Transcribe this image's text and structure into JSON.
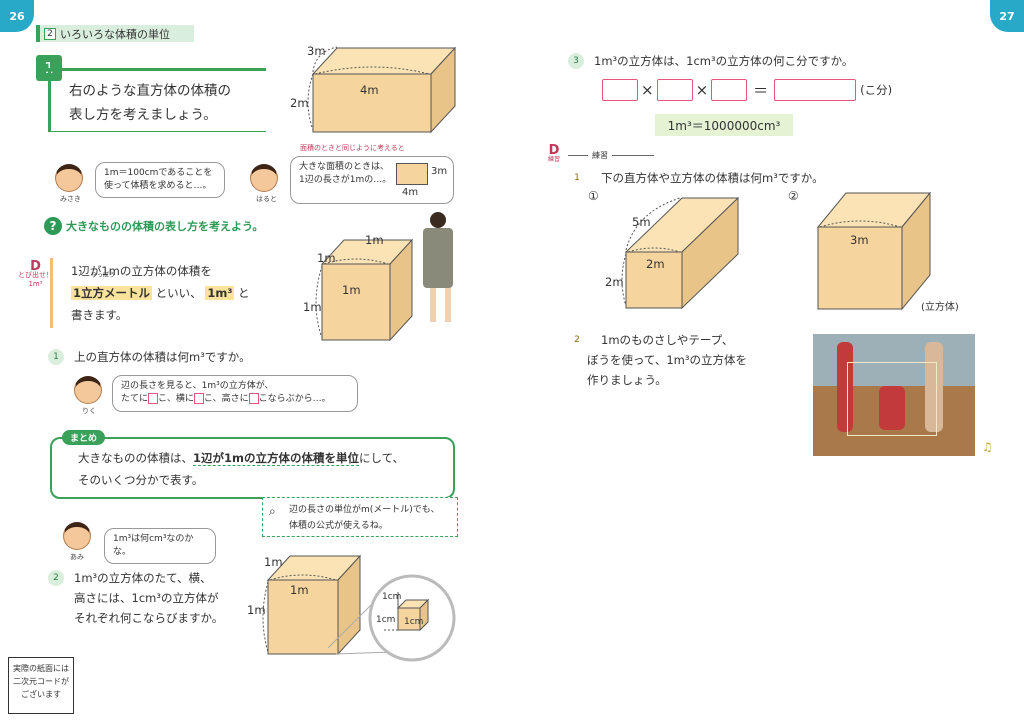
{
  "page_numbers": {
    "left": "26",
    "right": "27"
  },
  "section": {
    "num": "2",
    "title": "いろいろな体積の単位"
  },
  "problem1": {
    "num": "1",
    "text_line1": "右のような直方体の体積の",
    "text_line2": "表し方を考えましょう。"
  },
  "box_top": {
    "label_depth": "3m",
    "label_height": "2m",
    "label_width": "4m"
  },
  "misaki": {
    "name": "みさき",
    "text1": "1m＝100cmであることを",
    "text2": "使って体積を求めると…。"
  },
  "haruto": {
    "name": "はると",
    "note": "面積のときと同じように考えると",
    "text1": "大きな面積のときは、",
    "text2": "1辺の長さが1mの…。",
    "label_h": "3m",
    "label_w": "4m"
  },
  "hint": {
    "text": "大きなものの体積の表し方を考えよう。"
  },
  "cube_student": {
    "label_top": "1m",
    "label_left_top": "1m",
    "label_front": "1m",
    "label_left": "1m"
  },
  "dmark": {
    "line1": "とび出せ！",
    "line2": "1m³"
  },
  "definition": {
    "line1": "1辺が1mの立方体の体積を",
    "ruby": "りっぽう",
    "term": "1立方メートル",
    "mid": "といい、",
    "unit": "1m³",
    "end": "と",
    "line3": "書きます。"
  },
  "q1": {
    "num": "1",
    "text": "上の直方体の体積は何m³ですか。"
  },
  "riku": {
    "name": "りく",
    "text1": "辺の長さを見ると、1m³の立方体が、",
    "text2a": "たてに",
    "text2b": "こ、横に",
    "text2c": "こ、高さに",
    "text2d": "こならぶから…。"
  },
  "matome": {
    "tag": "まとめ",
    "line1a": "大きなものの体積は、",
    "line1b": "1辺が1mの立方体の体積を単位",
    "line1c": "にして、",
    "line2": "そのいくつ分かで表す。"
  },
  "dash_note": {
    "line1": "辺の長さの単位がm(メートル)でも、",
    "line2": "体積の公式が使えるね。"
  },
  "ami": {
    "name": "あみ",
    "text": "1m³は何cm³なのかな。"
  },
  "q2": {
    "num": "2",
    "line1": "1m³の立方体のたて、横、",
    "line2": "高さには、1cm³の立方体が",
    "line3": "それぞれ何こならびますか。"
  },
  "cube_big": {
    "label_top": "1m",
    "label_front": "1m",
    "label_left": "1m"
  },
  "zoom": {
    "top": "1cm",
    "left": "1cm",
    "front": "1cm"
  },
  "qr_note": {
    "line1": "実際の紙面には",
    "line2": "二次元コードが",
    "line3": "ございます"
  },
  "q3": {
    "num": "3",
    "text": "1m³の立方体は、1cm³の立方体の何こ分ですか。",
    "op1": "×",
    "op2": "×",
    "eq": "＝",
    "unit": "(こ分)"
  },
  "result": {
    "text": "1m³＝1000000cm³"
  },
  "practice": {
    "mark": "D",
    "label": "練習",
    "sub": "練習"
  },
  "p1": {
    "num": "1",
    "text": "下の直方体や立方体の体積は何m³ですか。",
    "fig1": "①",
    "fig2": "②"
  },
  "box_p1": {
    "depth": "5m",
    "width": "2m",
    "height": "2m"
  },
  "cube_p2": {
    "edge": "3m",
    "caption": "(立方体)"
  },
  "p2": {
    "num": "2",
    "line1": "1mのものさしやテープ、",
    "line2": "ぼうを使って、1m³の立方体を",
    "line3": "作りましょう。"
  }
}
